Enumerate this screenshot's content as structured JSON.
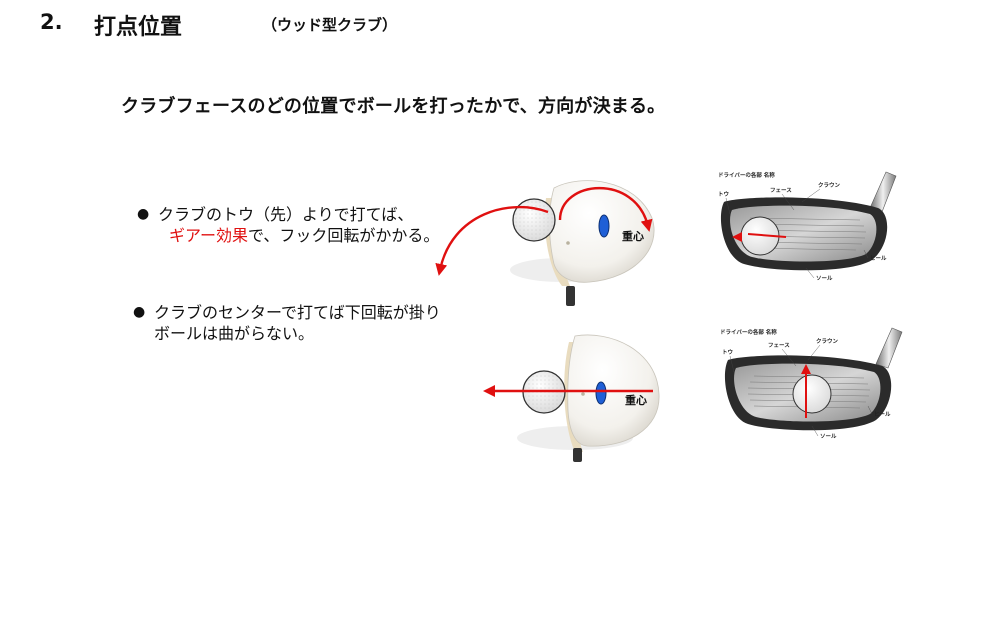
{
  "header": {
    "number": "2.",
    "title": "打点位置",
    "subtitle": "（ウッド型クラブ）"
  },
  "lead": "クラブフェースのどの位置でボールを打ったかで、方向が決まる。",
  "bullets": [
    {
      "dot": "●",
      "line1": "クラブのトウ（先）よりで打てば、",
      "line2_red": "ギアー効果",
      "line2_rest": "で、フック回転がかかる。"
    },
    {
      "dot": "●",
      "line1": "クラブのセンターで打てば下回転が掛り",
      "line2": "ボールは曲がらない。"
    }
  ],
  "club_top": {
    "center_of_gravity": "重心"
  },
  "club_bottom": {
    "center_of_gravity": "重心"
  },
  "face_diagram_top": {
    "heading": "ドライバーの各部 名称",
    "toe": "トウ",
    "face": "フェース",
    "crown": "クラウン",
    "heel": "ヒール",
    "sole": "ソール"
  },
  "face_diagram_bottom": {
    "heading": "ドライバーの各部 名称",
    "toe": "トウ",
    "face": "フェース",
    "crown": "クラウン",
    "heel": "ヒール",
    "sole": "ソール"
  },
  "colors": {
    "arrow_red": "#e01010",
    "cg_blue": "#1f5fd6",
    "club_cream": "#e9dcbf"
  }
}
